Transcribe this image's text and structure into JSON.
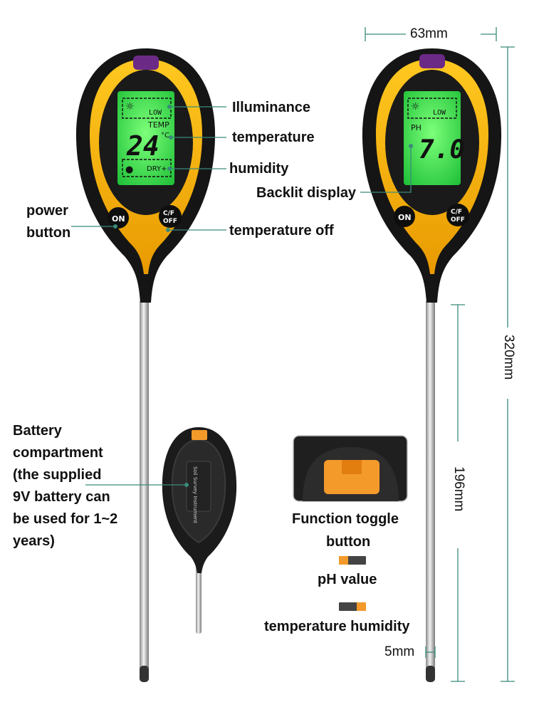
{
  "labels": {
    "illuminance": "Illuminance",
    "temperature": "temperature",
    "humidity": "humidity",
    "power_line1": "power",
    "power_line2": "button",
    "temperature_off": "temperature off",
    "backlit_display": "Backlit display",
    "battery_lines": [
      "Battery",
      "compartment",
      "(the supplied",
      "9V battery can",
      "be used for 1~2",
      "years)"
    ],
    "function_toggle_line1": "Function toggle",
    "function_toggle_line2": "button",
    "ph_value": "pH value",
    "temperature_humidity": "temperature humidity"
  },
  "dimensions": {
    "width": "63mm",
    "height_total": "320mm",
    "probe_length": "196mm",
    "probe_diameter": "5mm"
  },
  "left_meter": {
    "lcd_low": "LOW",
    "lcd_temp": "TEMP",
    "lcd_value": "24",
    "lcd_unit": "°C",
    "lcd_dry": "DRY+",
    "btn_on": "ON",
    "btn_cf_1": "C/F",
    "btn_cf_2": "OFF"
  },
  "right_meter": {
    "lcd_low": "LOW",
    "lcd_ph": "PH",
    "lcd_value": "7.0",
    "btn_on": "ON",
    "btn_cf_1": "C/F",
    "btn_cf_2": "OFF"
  },
  "back_device": {
    "label_text": "Soil Survey Instrument"
  },
  "colors": {
    "body_yellow": "#f5b400",
    "body_black": "#151515",
    "lcd_green": "#37e04a",
    "leader_teal": "#3a8a7a",
    "switch_orange": "#f39a2a"
  }
}
